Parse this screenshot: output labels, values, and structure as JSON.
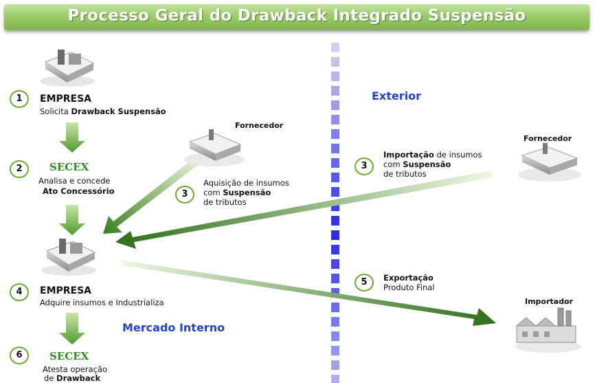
{
  "title": "Processo Geral do Drawback Integrado Suspensão",
  "regions": {
    "exterior": "Exterior",
    "mercado_interno": "Mercado Interno"
  },
  "steps": {
    "s1": {
      "num": "1",
      "title": "EMPRESA",
      "line1_prefix": "Solicita ",
      "line1_bold": "Drawback Suspensão"
    },
    "s2": {
      "num": "2",
      "title": "SECEX",
      "line1": "Analisa e concede",
      "line2_bold": "Ato Concessório"
    },
    "s3a": {
      "num": "3",
      "line1": "Aquisição de insumos",
      "line2_prefix": "com ",
      "line2_bold": "Suspensão",
      "line3": "de tributos"
    },
    "s3b": {
      "num": "3",
      "line1_bold": "Importação",
      "line1_suffix": " de insumos",
      "line2_prefix": "com ",
      "line2_bold": "Suspensão",
      "line3": "de tributos"
    },
    "s4": {
      "num": "4",
      "title": "EMPRESA",
      "line1": "Adquire insumos e  Industrializa"
    },
    "s5": {
      "num": "5",
      "line1_bold": "Exportação",
      "line2": "Produto Final"
    },
    "s6": {
      "num": "6",
      "title": "SECEX",
      "line1": "Atesta operação",
      "line2_prefix": "de ",
      "line2_bold": "Drawback"
    }
  },
  "parties": {
    "fornecedor_interno": "Fornecedor",
    "fornecedor_exterior": "Fornecedor",
    "importador": "Importador"
  },
  "colors": {
    "arrow_green": "#3d7f22",
    "title_green": "#8cc059",
    "region_blue": "#2244c4",
    "divider_blue": "#1a1ae0"
  },
  "icons": [
    "building-icon",
    "factory-icon",
    "arrow-icon"
  ]
}
